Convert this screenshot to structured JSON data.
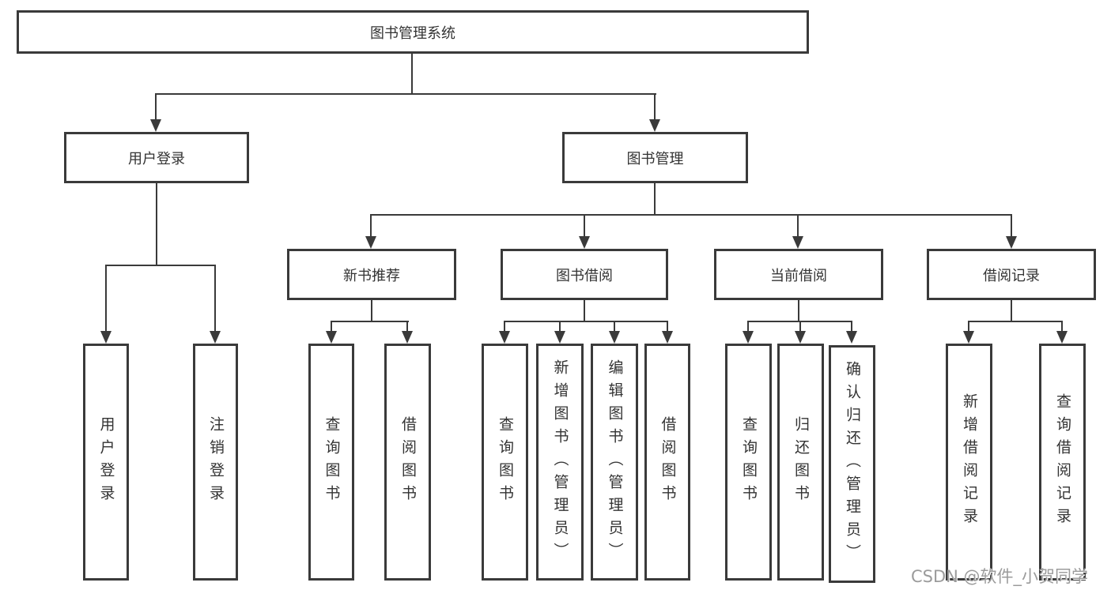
{
  "diagram": {
    "colors": {
      "line": "#3a3a3a",
      "text": "#333333",
      "box_background": "#ffffff",
      "watermark_color": "#9b9b9b"
    },
    "root": {
      "label": "图书管理系统"
    },
    "branches": [
      {
        "label": "用户登录",
        "children": [
          {
            "label": "用户登录"
          },
          {
            "label": "注销登录"
          }
        ]
      },
      {
        "label": "图书管理",
        "children": [
          {
            "label": "新书推荐",
            "children": [
              {
                "label": "查询图书"
              },
              {
                "label": "借阅图书"
              }
            ]
          },
          {
            "label": "图书借阅",
            "children": [
              {
                "label": "查询图书"
              },
              {
                "label": "新增图书（管理员）"
              },
              {
                "label": "编辑图书（管理员）"
              },
              {
                "label": "借阅图书"
              }
            ]
          },
          {
            "label": "当前借阅",
            "children": [
              {
                "label": "查询图书"
              },
              {
                "label": "归还图书"
              },
              {
                "label": "确认归还（管理员）"
              }
            ]
          },
          {
            "label": "借阅记录",
            "children": [
              {
                "label": "新增借阅记录"
              },
              {
                "label": "查询借阅记录"
              }
            ]
          }
        ]
      }
    ],
    "watermark": "CSDN @软件_小贺同学"
  }
}
